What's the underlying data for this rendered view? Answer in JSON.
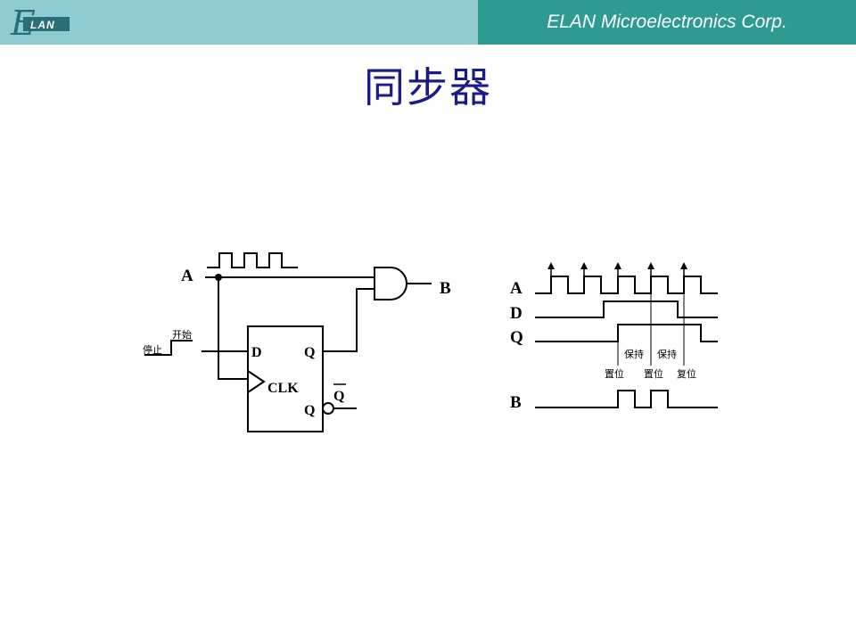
{
  "header": {
    "logo_text": "ELAN",
    "company": "ELAN Microelectronics Corp."
  },
  "title": "同步器",
  "circuit": {
    "input_a": "A",
    "output_b": "B",
    "start_label": "开始",
    "stop_label": "停止",
    "pin_d": "D",
    "pin_q": "Q",
    "pin_clk": "CLK",
    "pin_qbar_top": "Q",
    "pin_qbar_bottom": "Q"
  },
  "timing": {
    "signals": [
      "A",
      "D",
      "Q",
      "B"
    ],
    "hold_labels": [
      "保持",
      "保持"
    ],
    "event_labels": [
      "置位",
      "置位",
      "复位"
    ]
  },
  "colors": {
    "header_light": "#8fcbd0",
    "header_dark": "#2e9b93",
    "title": "#1a1a8c"
  }
}
